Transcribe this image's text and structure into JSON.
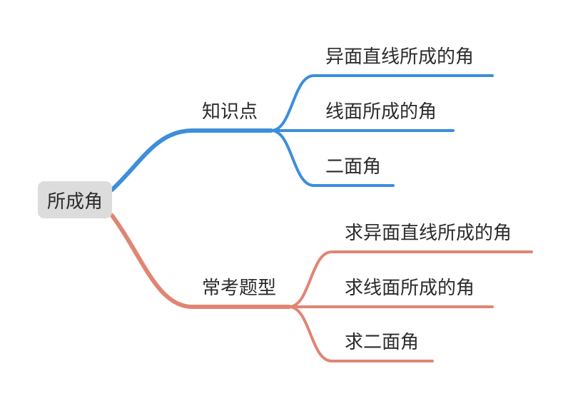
{
  "mindmap": {
    "root": {
      "label": "所成角"
    },
    "branches": [
      {
        "label": "知识点",
        "color": "#3d8edb",
        "children": [
          {
            "label": "异面直线所成的角"
          },
          {
            "label": "线面所成的角"
          },
          {
            "label": "二面角"
          }
        ]
      },
      {
        "label": "常考题型",
        "color": "#e08573",
        "children": [
          {
            "label": "求异面直线所成的角"
          },
          {
            "label": "求线面所成的角"
          },
          {
            "label": "求二面角"
          }
        ]
      }
    ]
  }
}
